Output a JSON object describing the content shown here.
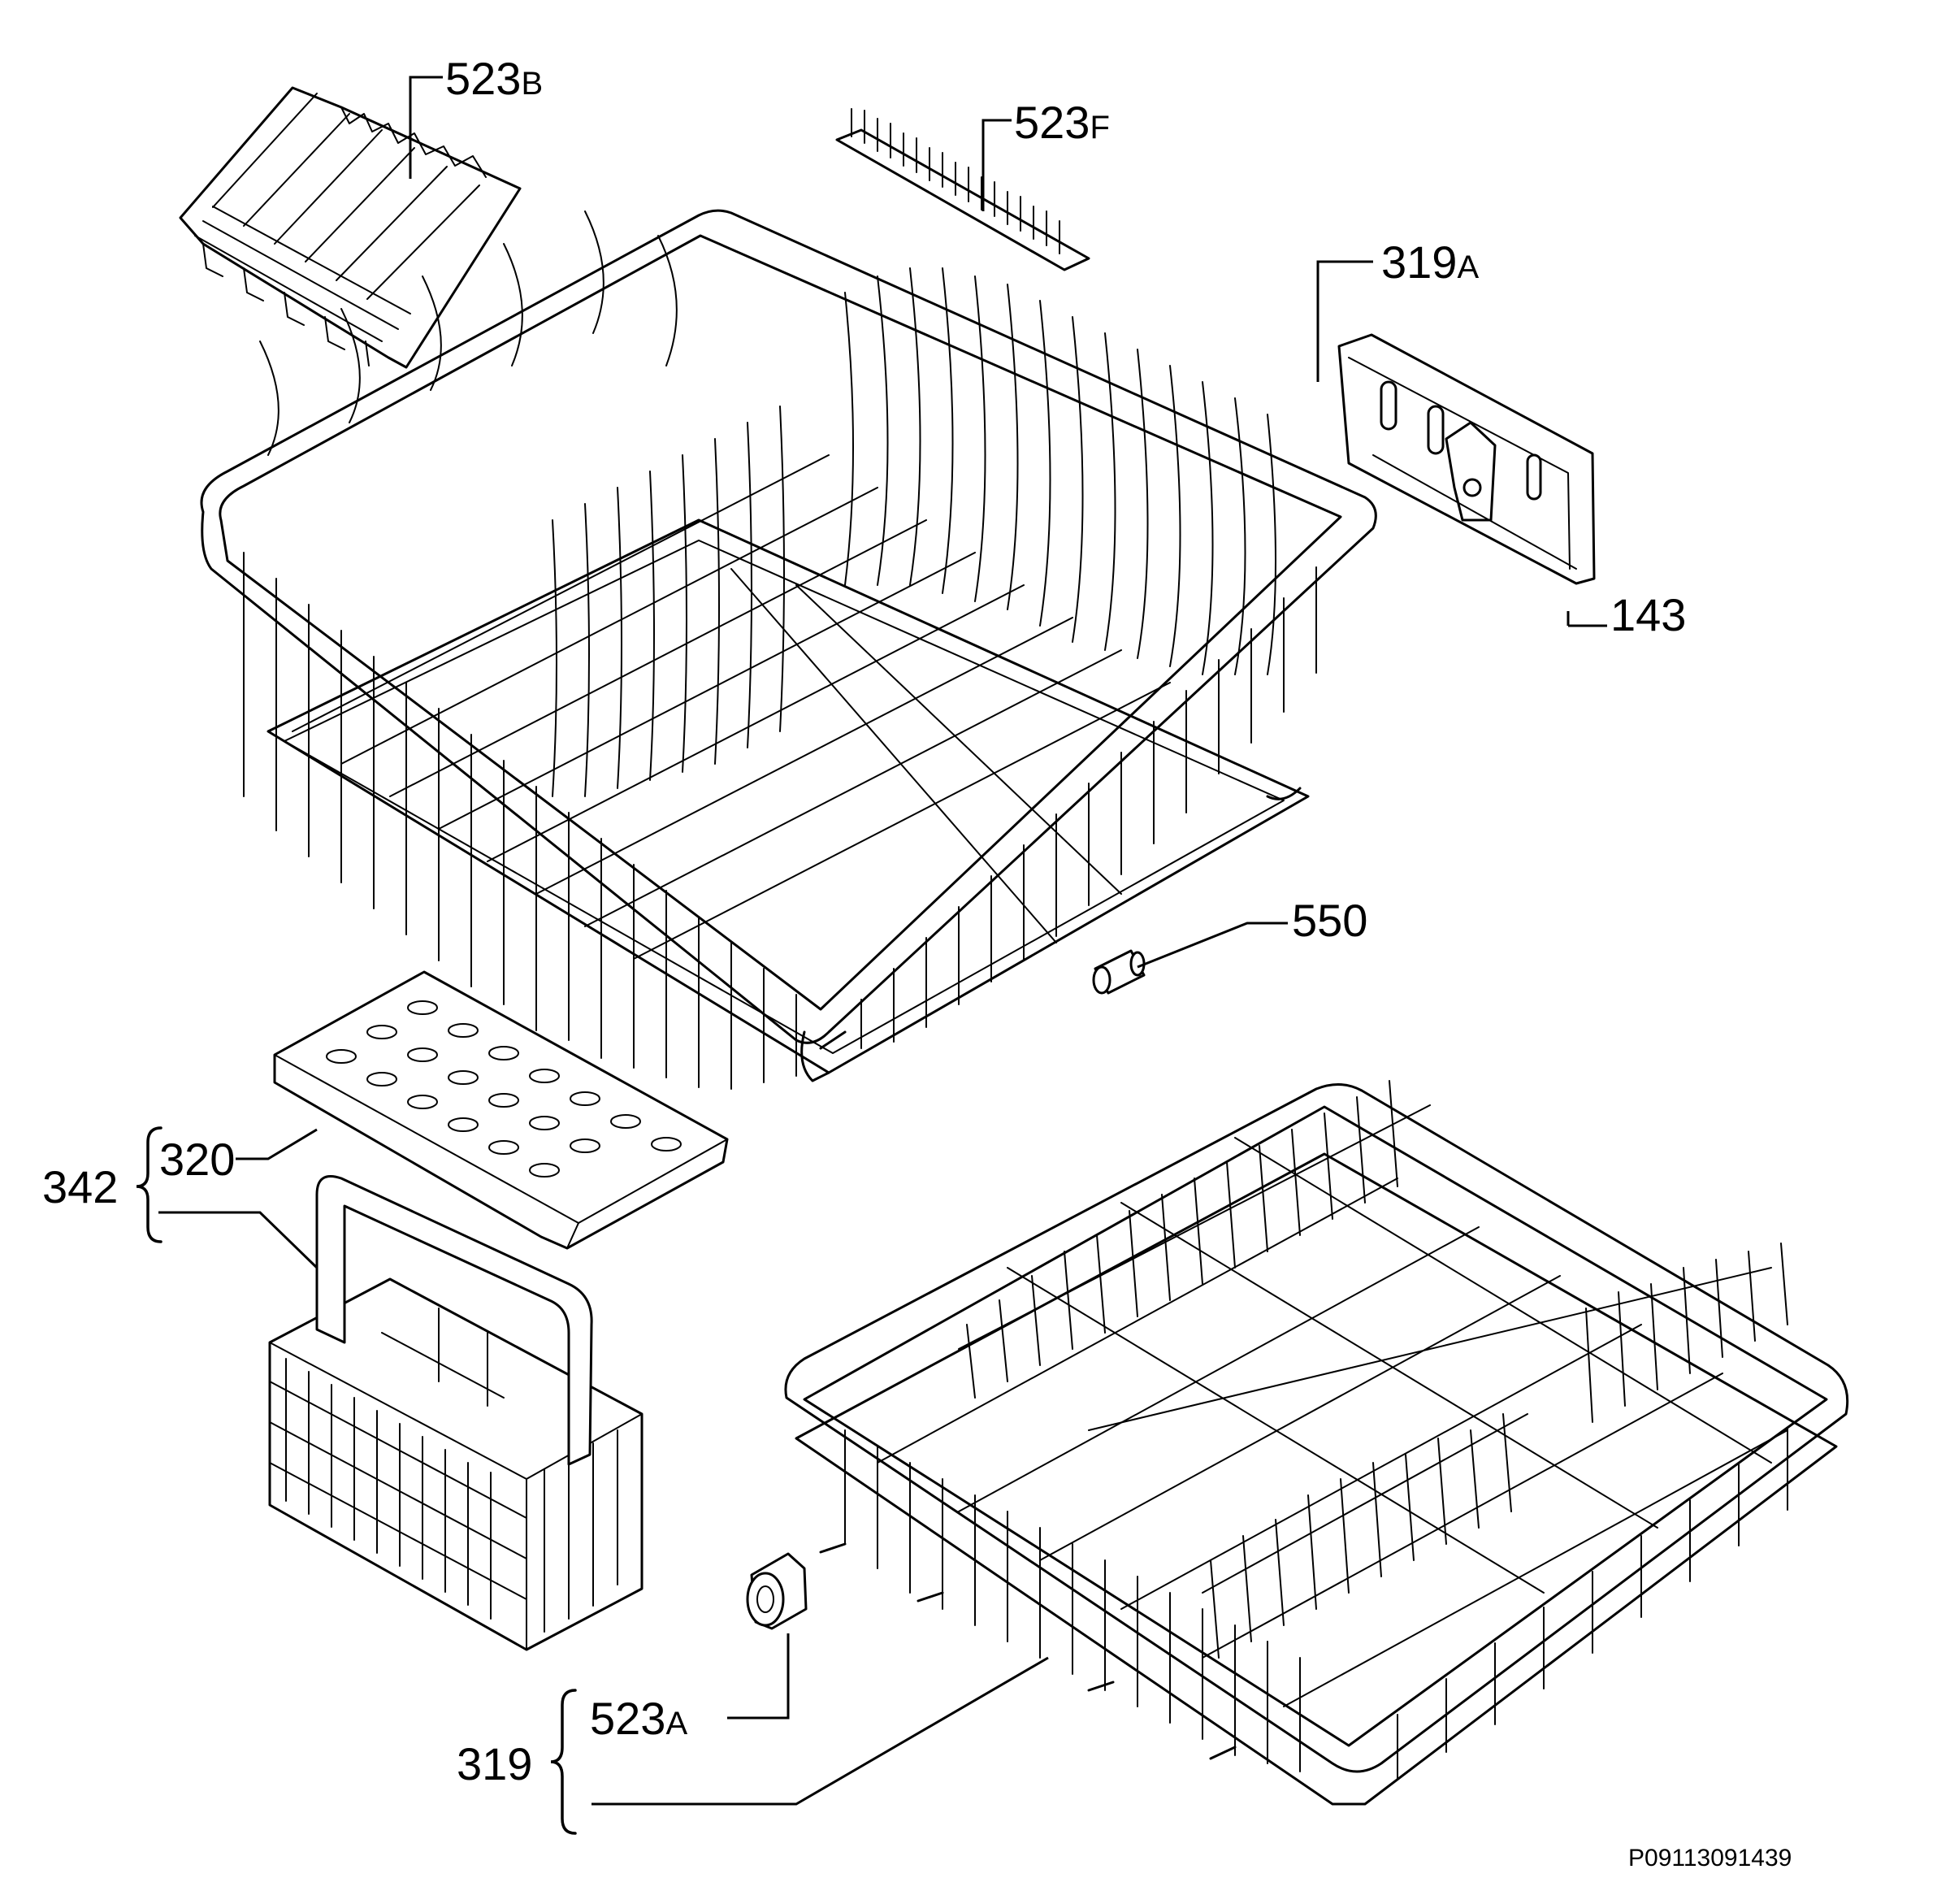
{
  "diagram": {
    "labels": {
      "l523b": {
        "num": "523",
        "suffix": "B"
      },
      "l523f": {
        "num": "523",
        "suffix": "F"
      },
      "l319a": {
        "num": "319",
        "suffix": "A"
      },
      "l143": {
        "num": "143"
      },
      "l550": {
        "num": "550"
      },
      "l320": {
        "num": "320"
      },
      "l342": {
        "num": "342"
      },
      "l523a": {
        "num": "523",
        "suffix": "A"
      },
      "l319": {
        "num": "319"
      }
    },
    "drawing_code": "P09113091439"
  }
}
